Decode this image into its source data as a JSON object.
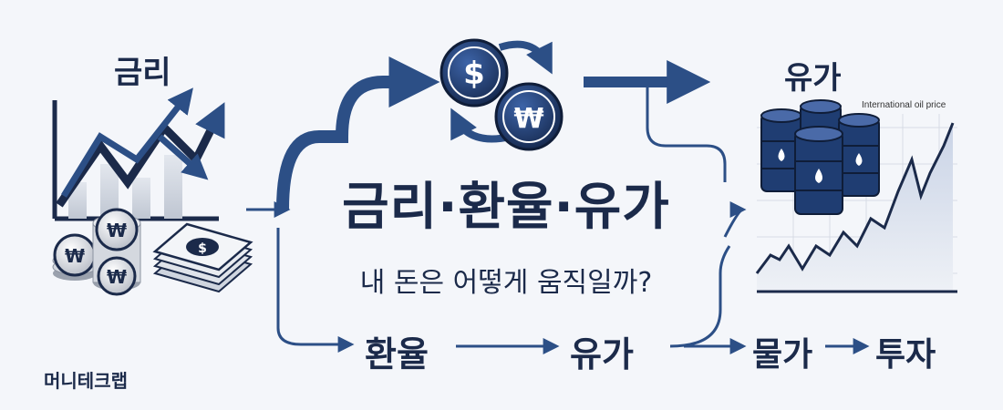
{
  "labels": {
    "interest": "금리",
    "oil_top": "유가",
    "title": "금리·환율·유가",
    "subtitle": "내 돈은 어떻게 움직일까?",
    "flow_exchange": "환율",
    "flow_oil": "유가",
    "flow_prices": "물가",
    "flow_invest": "투자",
    "brand": "머니테크랩",
    "oil_chart_caption": "International oil price",
    "dollar_symbol": "$",
    "won_symbol": "₩"
  },
  "icons": [
    "rising-arrow-chart-icon",
    "coin-stack-icon",
    "banknote-stack-icon",
    "currency-exchange-icon",
    "oil-barrel-icon",
    "oil-price-chart-icon"
  ],
  "colors": {
    "navy": "#1b2a4a",
    "blue": "#2c4f86",
    "light_bg": "#f4f6fa",
    "silver": "#c9ced8"
  }
}
